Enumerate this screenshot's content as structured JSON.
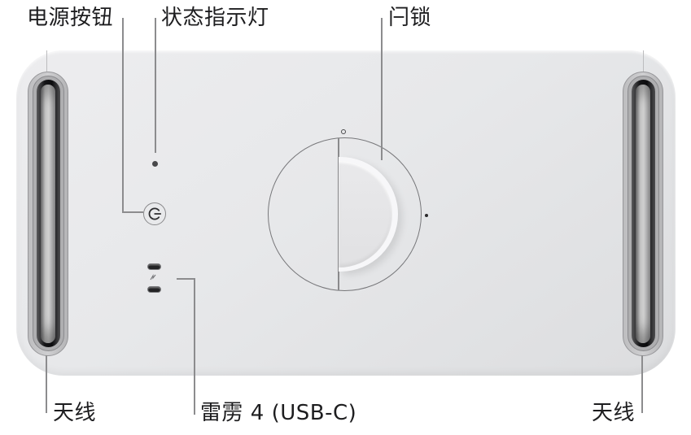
{
  "figure": {
    "description": "Mac Pro top view diagram",
    "callouts": {
      "power_button": {
        "label": "电源按钮"
      },
      "status_light": {
        "label": "状态指示灯"
      },
      "latch": {
        "label": "闩锁"
      },
      "antenna_left": {
        "label": "天线"
      },
      "thunderbolt": {
        "label": "雷雳 4 (USB-C)"
      },
      "antenna_right": {
        "label": "天线"
      }
    },
    "icons": {
      "power": "power-symbol",
      "thunderbolt": "thunderbolt-flash",
      "latch_unlocked": "open-circle-marker",
      "latch_locked": "dot-marker"
    },
    "colors": {
      "background": "#ffffff",
      "body": "#e8e9eb",
      "outline": "#77777a",
      "leader_line": "#8c8c8e",
      "port": "#232325",
      "text": "#1d1d1f"
    }
  }
}
